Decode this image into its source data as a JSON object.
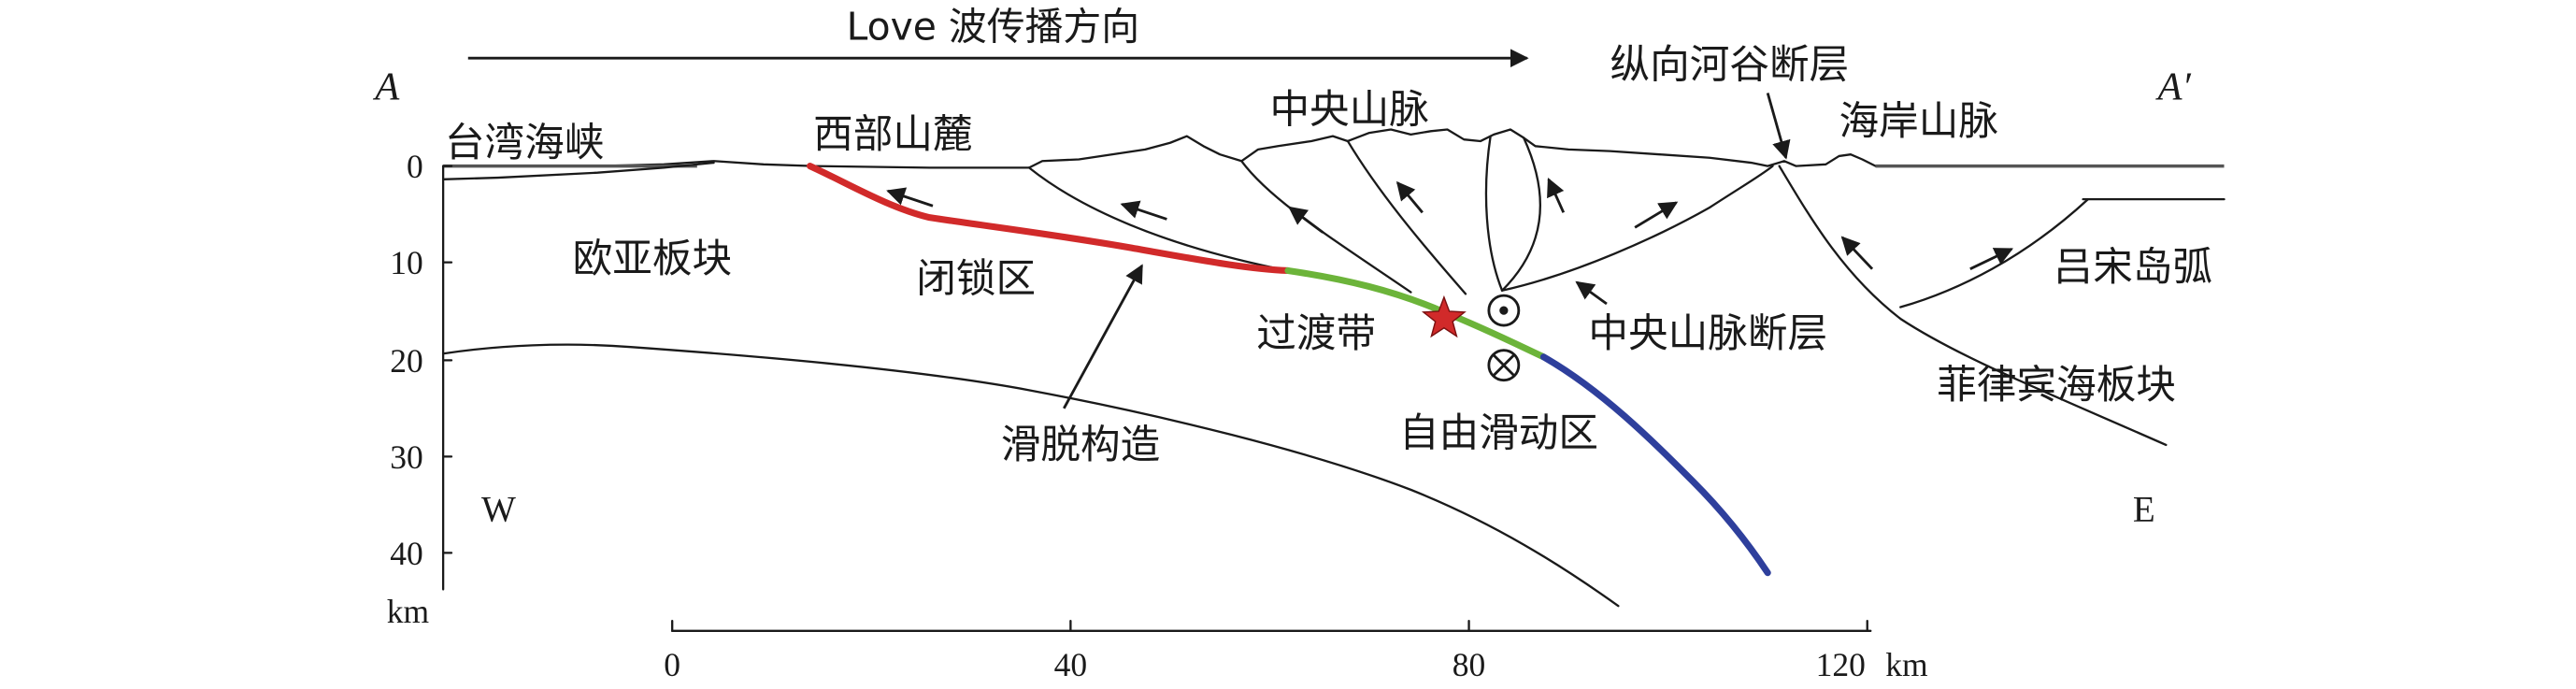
{
  "propagation_label": "Love 波传播方向",
  "profile": {
    "start": "A",
    "end": "A′"
  },
  "places": {
    "taiwan_strait": "台湾海峡",
    "western_foothills": "西部山麓",
    "central_range": "中央山脉",
    "longitudinal_valley_fault": "纵向河谷断层",
    "coastal_range": "海岸山脉"
  },
  "plates": {
    "eurasian": "欧亚板块",
    "philippine_sea": "菲律宾海板块",
    "luzon_arc": "吕宋岛弧"
  },
  "structures": {
    "decollement": "滑脱构造",
    "central_range_fault": "中央山脉断层"
  },
  "zones": {
    "locked": "闭锁区",
    "transition": "过渡带",
    "free_slip": "自由滑动区"
  },
  "directions": {
    "west": "W",
    "east": "E"
  },
  "depth_axis": {
    "unit": "km",
    "ticks": [
      "0",
      "10",
      "20",
      "30",
      "40"
    ]
  },
  "distance_axis": {
    "unit": "km",
    "ticks": [
      "0",
      "40",
      "80",
      "120"
    ]
  },
  "colors": {
    "locked": "#d12a2a",
    "transition": "#6cb43a",
    "free_slip": "#2e3f9c",
    "epicenter": "#d12a2a",
    "line": "#1a1a1a"
  }
}
